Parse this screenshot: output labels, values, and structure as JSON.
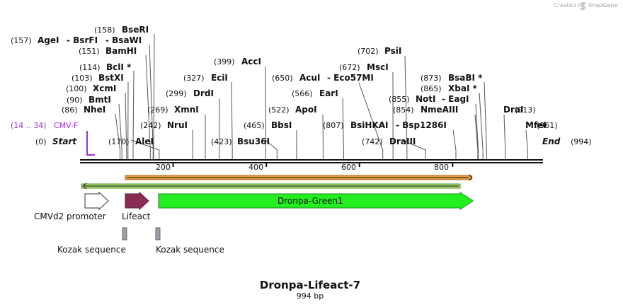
{
  "credit": {
    "text": "Created by",
    "brand": "SnapGene"
  },
  "sequence": {
    "name": "Dronpa-Lifeact-7",
    "length_label": "994 bp",
    "length": 994
  },
  "ends": {
    "start_pos": "(0)",
    "start_label": "Start",
    "end_label": "End",
    "end_pos": "(994)"
  },
  "primer": {
    "pos": "(14 .. 34)",
    "name": "CMV-F",
    "color": "#9b30d9"
  },
  "axis_ticks": [
    "200",
    "400",
    "600",
    "800"
  ],
  "enzymes": [
    {
      "pos": "(158)",
      "name": "BseRI"
    },
    {
      "pos": "(157)",
      "name": "AgeI",
      "extra": [
        "- BsrFI",
        "- BsaWI"
      ]
    },
    {
      "pos": "(151)",
      "name": "BamHI"
    },
    {
      "pos": "(114)",
      "name": "BclI *"
    },
    {
      "pos": "(103)",
      "name": "BstXI"
    },
    {
      "pos": "(100)",
      "name": "XcmI"
    },
    {
      "pos": "(90)",
      "name": "BmtI"
    },
    {
      "pos": "(86)",
      "name": "NheI"
    },
    {
      "pos": "(170)",
      "name": "AleI"
    },
    {
      "pos": "(242)",
      "name": "NruI"
    },
    {
      "pos": "(269)",
      "name": "XmnI"
    },
    {
      "pos": "(299)",
      "name": "DrdI"
    },
    {
      "pos": "(327)",
      "name": "EciI"
    },
    {
      "pos": "(399)",
      "name": "AccI"
    },
    {
      "pos": "(423)",
      "name": "Bsu36I"
    },
    {
      "pos": "(465)",
      "name": "BbsI"
    },
    {
      "pos": "(522)",
      "name": "ApoI"
    },
    {
      "pos": "(566)",
      "name": "EarI"
    },
    {
      "pos": "(650)",
      "name": "AcuI",
      "extra": [
        "- Eco57MI"
      ]
    },
    {
      "pos": "(672)",
      "name": "MscI"
    },
    {
      "pos": "(702)",
      "name": "PsiI"
    },
    {
      "pos": "(742)",
      "name": "DraIII"
    },
    {
      "pos": "(807)",
      "name": "BsiHKAI",
      "extra": [
        "- Bsp1286I"
      ]
    },
    {
      "pos": "(854)",
      "name": "NmeAIII"
    },
    {
      "pos": "(855)",
      "name": "NotI",
      "extra": [
        "- EagI"
      ]
    },
    {
      "pos": "(865)",
      "name": "XbaI *"
    },
    {
      "pos": "(873)",
      "name": "BsaBI *"
    },
    {
      "name": "DraI",
      "pos": "(913)"
    },
    {
      "name": "MfeI",
      "pos": "(961)"
    }
  ],
  "features": [
    {
      "name": "CMVd2 promoter",
      "fill": "#ffffff",
      "stroke": "#333333"
    },
    {
      "name": "Lifeact",
      "fill": "#8c2c55",
      "stroke": "#5a1a36"
    },
    {
      "name": "Dronpa-Green1",
      "fill": "#22ee22",
      "stroke": "#1a8a1a"
    },
    {
      "name": "Kozak sequence",
      "fill": "#9aa0a8"
    },
    {
      "name": "Kozak sequence",
      "fill": "#9aa0a8"
    }
  ],
  "colors": {
    "orf_orange": "#e8a040",
    "orf_green": "#7fc23a",
    "backbone": "#111111"
  }
}
